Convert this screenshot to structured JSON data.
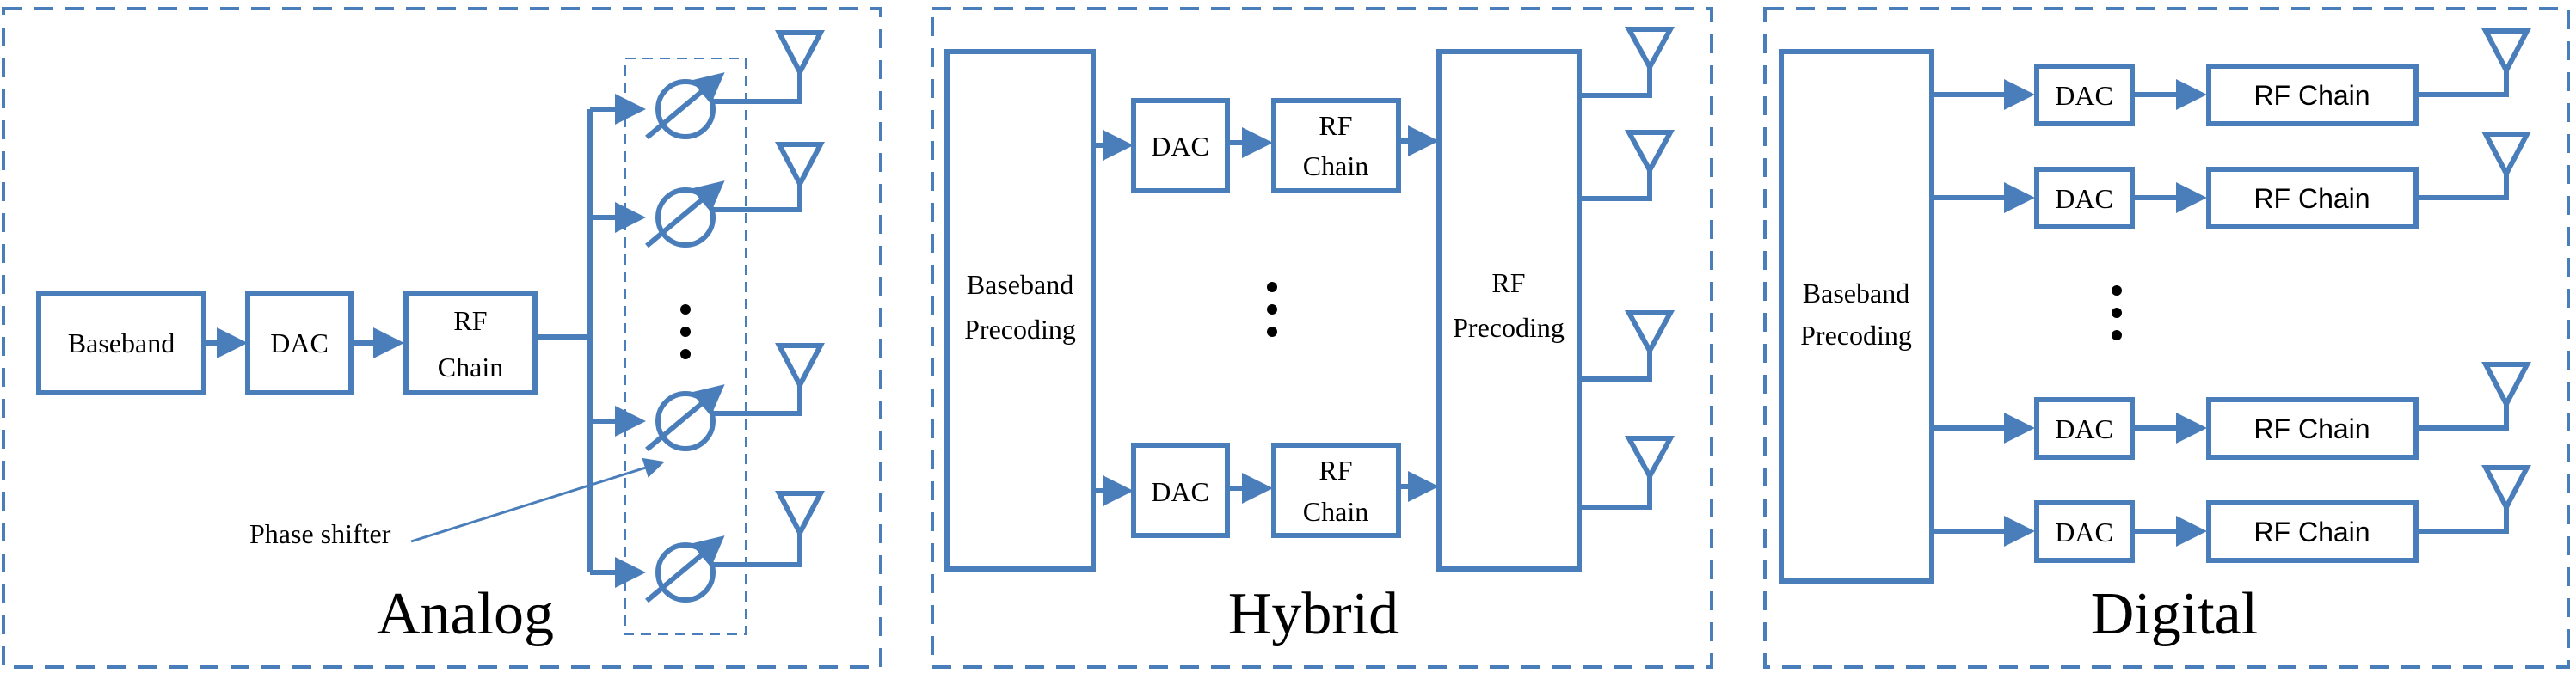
{
  "analog": {
    "title": "Analog",
    "baseband": "Baseband",
    "dac": "DAC",
    "rf_line1": "RF",
    "rf_line2": "Chain",
    "phase_shifter": "Phase shifter"
  },
  "hybrid": {
    "title": "Hybrid",
    "baseband_line1": "Baseband",
    "baseband_line2": "Precoding",
    "dac_top": "DAC",
    "dac_bottom": "DAC",
    "rf_top_line1": "RF",
    "rf_top_line2": "Chain",
    "rf_bottom_line1": "RF",
    "rf_bottom_line2": "Chain",
    "rfp_line1": "RF",
    "rfp_line2": "Precoding"
  },
  "digital": {
    "title": "Digital",
    "baseband_line1": "Baseband",
    "baseband_line2": "Precoding",
    "dacs": [
      "DAC",
      "DAC",
      "DAC",
      "DAC"
    ],
    "rf_chains": [
      "RF Chain",
      "RF Chain",
      "RF Chain",
      "RF Chain"
    ]
  },
  "colors": {
    "stroke": "#4a7ebb",
    "text": "#000000"
  }
}
